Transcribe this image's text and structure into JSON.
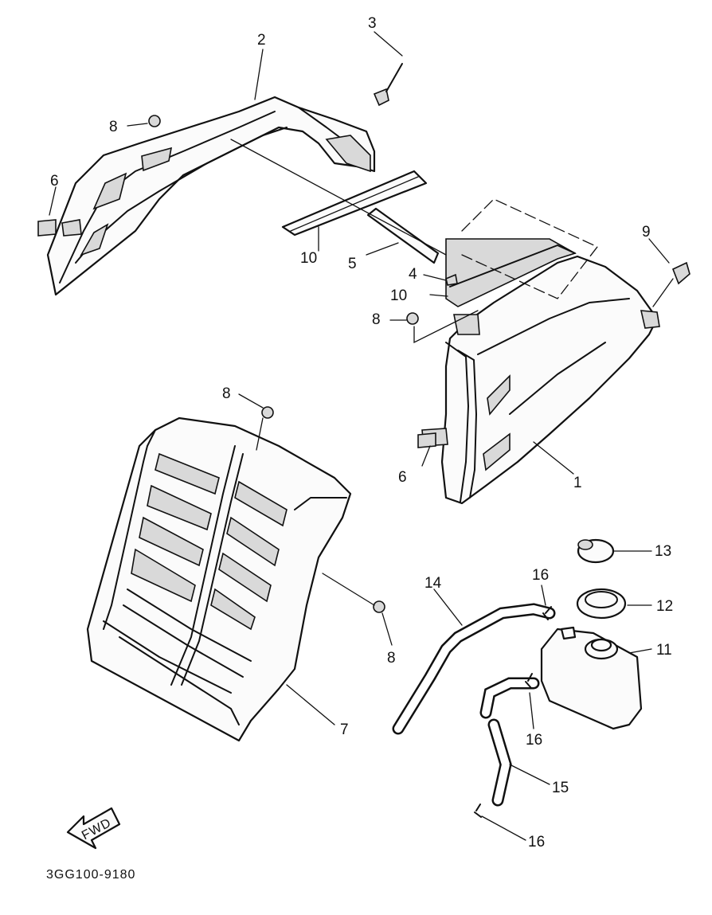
{
  "diagram": {
    "code": "3GG100-9180",
    "fwd_label": "FWD",
    "callouts": [
      "1",
      "2",
      "3",
      "4",
      "5",
      "6",
      "6",
      "7",
      "8",
      "8",
      "8",
      "8",
      "9",
      "10",
      "10",
      "11",
      "12",
      "13",
      "14",
      "15",
      "16",
      "16",
      "16"
    ]
  }
}
